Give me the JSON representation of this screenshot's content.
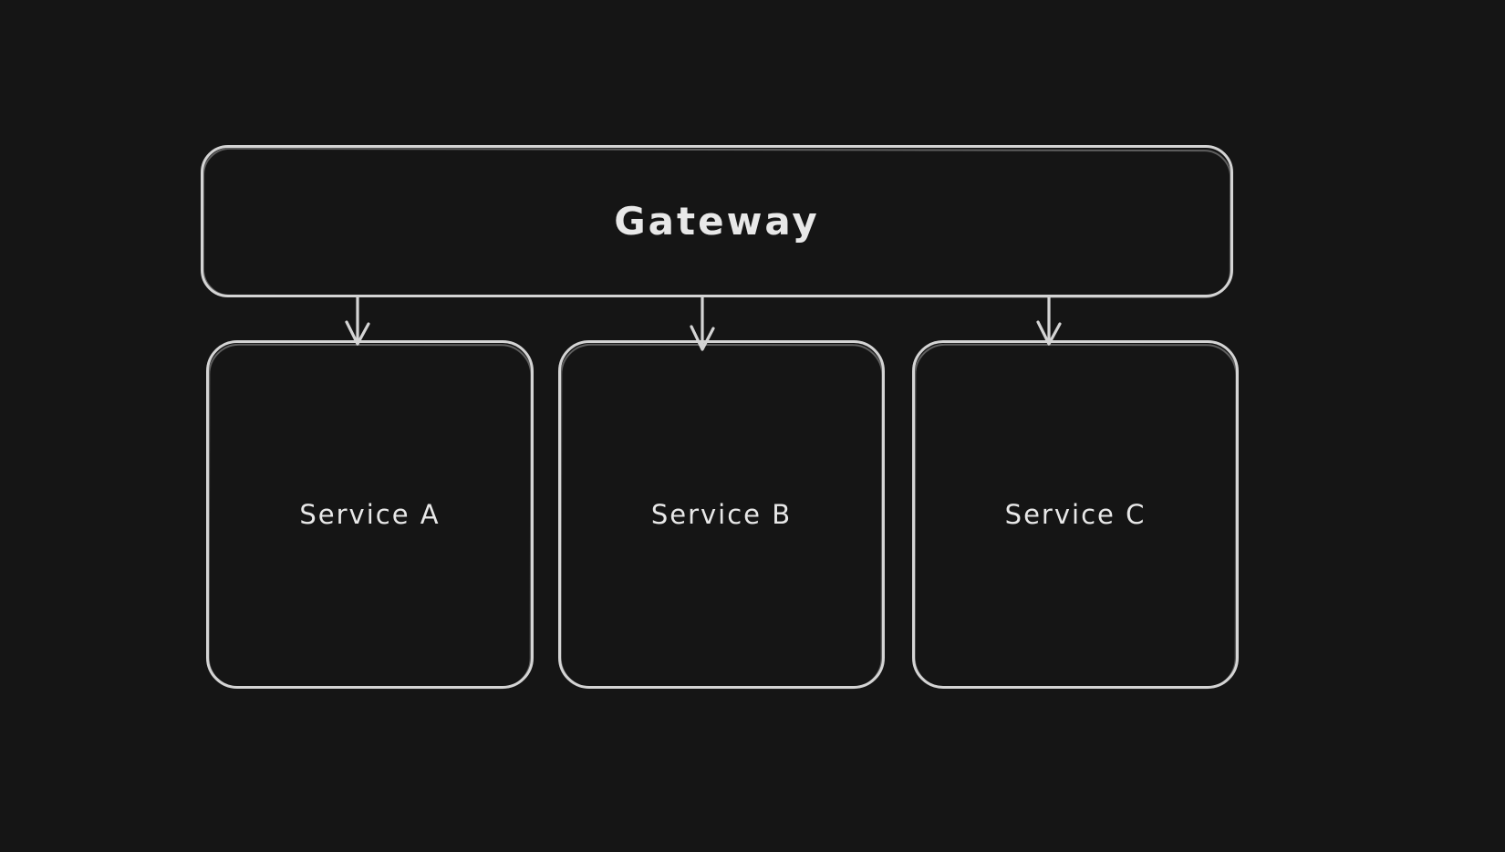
{
  "diagram": {
    "type": "flowchart",
    "style": "hand-drawn",
    "background_color": "#151515",
    "stroke_color": "#d4d4d4",
    "text_color": "#e8e8e8",
    "nodes": [
      {
        "id": "gateway",
        "label": "Gateway",
        "shape": "rounded-rectangle"
      },
      {
        "id": "service-a",
        "label": "Service A",
        "shape": "rounded-rectangle"
      },
      {
        "id": "service-b",
        "label": "Service B",
        "shape": "rounded-rectangle"
      },
      {
        "id": "service-c",
        "label": "Service C",
        "shape": "rounded-rectangle"
      }
    ],
    "edges": [
      {
        "from": "Gateway",
        "to": "Service A",
        "type": "arrow",
        "direction": "down"
      },
      {
        "from": "Gateway",
        "to": "Service B",
        "type": "arrow",
        "direction": "down"
      },
      {
        "from": "Gateway",
        "to": "Service C",
        "type": "arrow",
        "direction": "down"
      }
    ]
  }
}
